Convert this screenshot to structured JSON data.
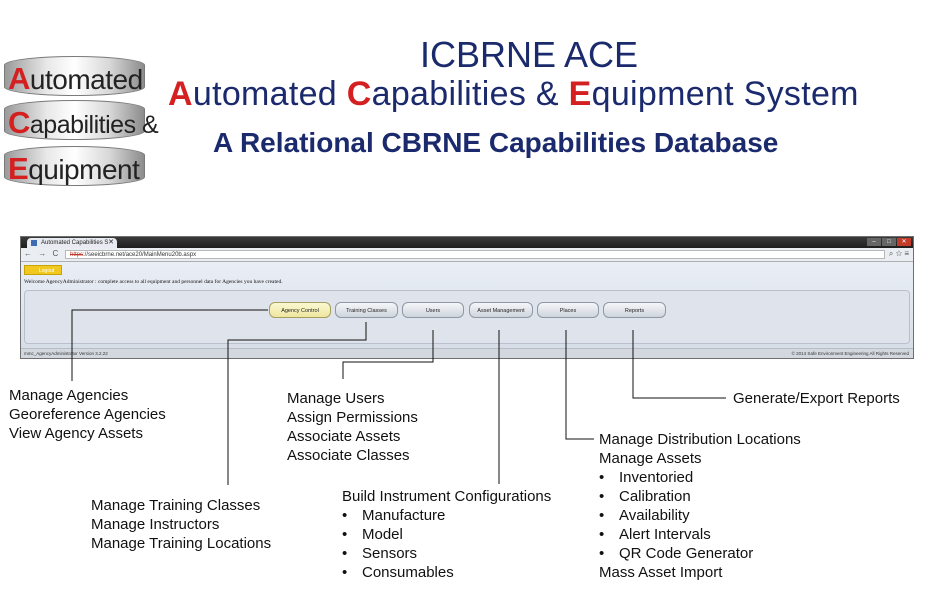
{
  "logo": {
    "line1": {
      "initial": "A",
      "rest": "utomated"
    },
    "line2": {
      "initial": "C",
      "rest": "apabilities &"
    },
    "line3": {
      "initial": "E",
      "rest": "quipment"
    }
  },
  "heading": {
    "line1": "ICBRNE ACE",
    "line2": {
      "a": "A",
      "a_rest": "utomated ",
      "c": "C",
      "c_rest": "apabilities & ",
      "e": "E",
      "e_rest": "quipment System"
    },
    "line3": "A Relational CBRNE  Capabilities Database"
  },
  "browser": {
    "tab_title": "Automated Capabilities S",
    "url_scheme": "https",
    "url_rest": "://seeicbrne.net/ace20/MainMenu20b.aspx",
    "logout_label": "Logout",
    "welcome_text": "Welcome AgencyAdministrator :  complete access to all equipment and personnel data for Agencies you have created.",
    "menu": [
      {
        "label": "Agency Control",
        "active": true
      },
      {
        "label": "Training Classes",
        "active": false
      },
      {
        "label": "Users",
        "active": false
      },
      {
        "label": "Asset Management",
        "active": false
      },
      {
        "label": "Places",
        "active": false
      },
      {
        "label": "Reports",
        "active": false
      }
    ],
    "status_left": "mmc_AgencyAdministrator Version 3.2.22",
    "status_right": "© 2014 Safe Environment Engineering All Rights Reserved"
  },
  "callouts": {
    "agency": [
      "Manage Agencies",
      "Georeference Agencies",
      "View Agency Assets"
    ],
    "training": [
      "Manage Training Classes",
      "Manage Instructors",
      "Manage Training Locations"
    ],
    "users": [
      "Manage Users",
      "Assign Permissions",
      "Associate Assets",
      "Associate Classes"
    ],
    "asset_mgmt": {
      "title": "Build Instrument  Configurations",
      "bullets": [
        "Manufacture",
        "Model",
        "Sensors",
        "Consumables"
      ]
    },
    "places": {
      "lines": [
        "Manage Distribution Locations",
        "Manage Assets"
      ],
      "bullets": [
        "Inventoried",
        "Calibration",
        "Availability",
        "Alert Intervals",
        "QR Code Generator"
      ],
      "footer": "Mass Asset Import"
    },
    "reports": "Generate/Export  Reports"
  }
}
